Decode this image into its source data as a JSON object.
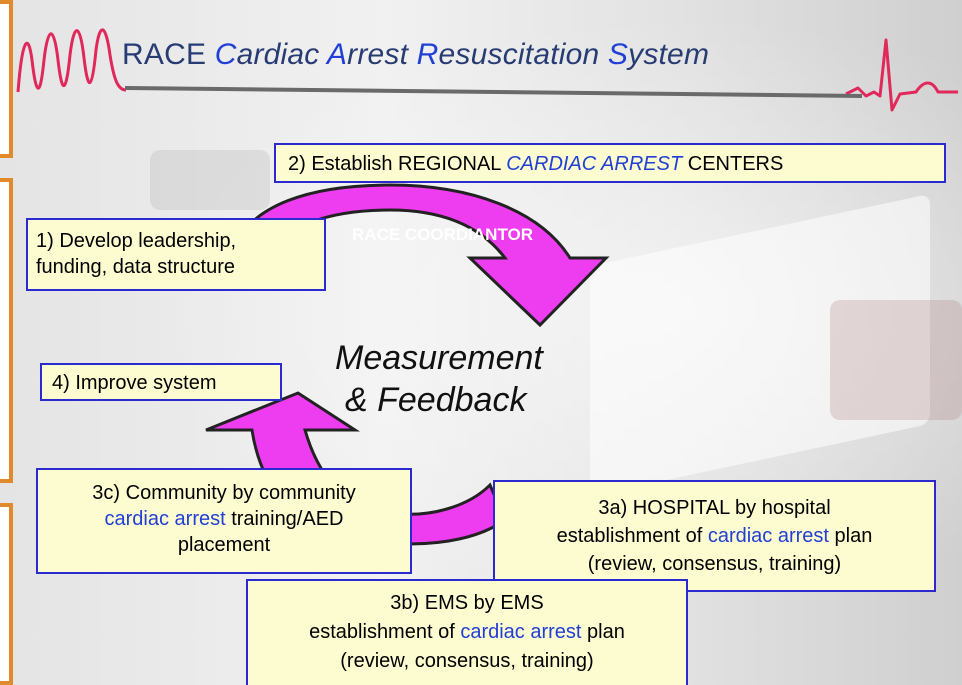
{
  "header": {
    "title_parts": [
      {
        "text": "RACE ",
        "style": "plain"
      },
      {
        "text": "C",
        "style": "hl"
      },
      {
        "text": "ardiac ",
        "style": "tx"
      },
      {
        "text": "A",
        "style": "hl"
      },
      {
        "text": "rrest ",
        "style": "tx"
      },
      {
        "text": "R",
        "style": "hl"
      },
      {
        "text": "esuscitation ",
        "style": "tx"
      },
      {
        "text": "S",
        "style": "hl"
      },
      {
        "text": "ystem",
        "style": "tx"
      }
    ]
  },
  "colors": {
    "arrow_fill": "#ee3df0",
    "box_fill": "#fdfbd0",
    "box_border": "#2a2ad0",
    "highlight": "#1f3fd6",
    "ecg": "#e0285a",
    "side_bar": "#e08a2c"
  },
  "steps": {
    "step2": {
      "prefix": "2) Establish REGIONAL ",
      "highlight": "CARDIAC ARREST",
      "suffix": " CENTERS"
    },
    "step1": {
      "line1": "1)  Develop leadership,",
      "line2": "funding,  data structure"
    },
    "step4": {
      "text": "4)  Improve system"
    },
    "step3c": {
      "line1": "3c) Community by  community",
      "line2_highlight": "cardiac arrest",
      "line2_suffix": " training/AED",
      "line3": "placement"
    },
    "step3a": {
      "line1": "3a) HOSPITAL by hospital",
      "line2_prefix": "establishment of ",
      "line2_highlight": "cardiac arrest",
      "line2_suffix": " plan",
      "line3": "(review, consensus, training)"
    },
    "step3b": {
      "line1": "3b) EMS by EMS",
      "line2_prefix": "establishment of ",
      "line2_highlight": "cardiac arrest",
      "line2_suffix": " plan",
      "line3": "(review, consensus, training)"
    }
  },
  "cycle": {
    "coordinator_label": "RACE COORDIANTOR",
    "center_line1": "Measurement",
    "center_line2": "& Feedback"
  }
}
